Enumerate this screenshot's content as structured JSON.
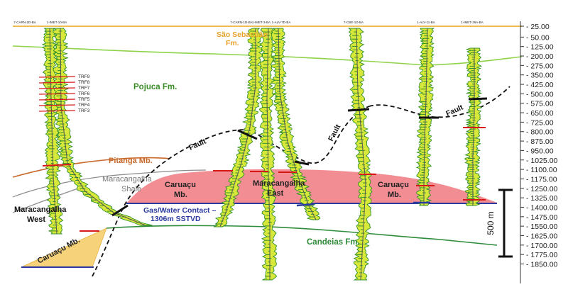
{
  "well_labels": [
    "7-CARN-2D-BA",
    "1-IMET-10-BA",
    "7-CARN-1D-BA",
    "1-IMET-3-BA",
    "1-ALV-7D-BA",
    "7-CBE-1D-BA",
    "1-ALV-11-BA",
    "1-IMET-26A-BA"
  ],
  "depth_ticks": [
    "25.00",
    "50.00",
    "125.00",
    "200.00",
    "275.00",
    "350.00",
    "425.00",
    "500.00",
    "575.00",
    "650.00",
    "725.00",
    "800.00",
    "875.00",
    "950.00",
    "1025.00",
    "1100.00",
    "1175.00",
    "1250.00",
    "1325.00",
    "1400.00",
    "1475.00",
    "1550.00",
    "1625.00",
    "1700.00",
    "1775.00",
    "1850.00"
  ],
  "formations": {
    "sao_sebastiao_1": "São Sebastião",
    "sao_sebastiao_2": "Fm.",
    "pojuca": "Pojuca Fm.",
    "pitanga": "Pitanga Mb.",
    "maracangalha_shale_1": "Maracangalha",
    "maracangalha_shale_2": "Shale",
    "candeias": "Candeias Fm."
  },
  "reservoir_labels": {
    "caruacu_center_1": "Caruaçu",
    "caruacu_center_2": "Mb.",
    "maracangalha_east_1": "Maracangalha",
    "maracangalha_east_2": "East",
    "caruacu_right_1": "Caruaçu",
    "caruacu_right_2": "Mb.",
    "maracangalha_west_1": "Maracangalha",
    "maracangalha_west_2": "West",
    "caruacu_lower": "Caruaçu Mb."
  },
  "contact": {
    "line1": "Gas/Water Contact –",
    "line2": "1306m SSTVD"
  },
  "faults": [
    "Fault",
    "Fault",
    "Fault"
  ],
  "trf_markers": [
    "TRF9",
    "TRF8",
    "TRF7",
    "TRF6",
    "TRF5",
    "TRF4",
    "TRF3"
  ],
  "scale_bar": "500 m",
  "colors": {
    "sao_sebastiao": "#f0b23c",
    "pojuca_top": "#8fd24a",
    "pojuca_text": "#3c8c28",
    "pitanga": "#c8682a",
    "shale": "#8c8c8c",
    "reservoir": "#f07a80",
    "caruacu_lower": "#f6d37a",
    "contact": "#2a3aa0",
    "candeias": "#2e8b3a",
    "well_log_dark": "#2f8f2a",
    "well_log_light": "#d8e83a"
  }
}
